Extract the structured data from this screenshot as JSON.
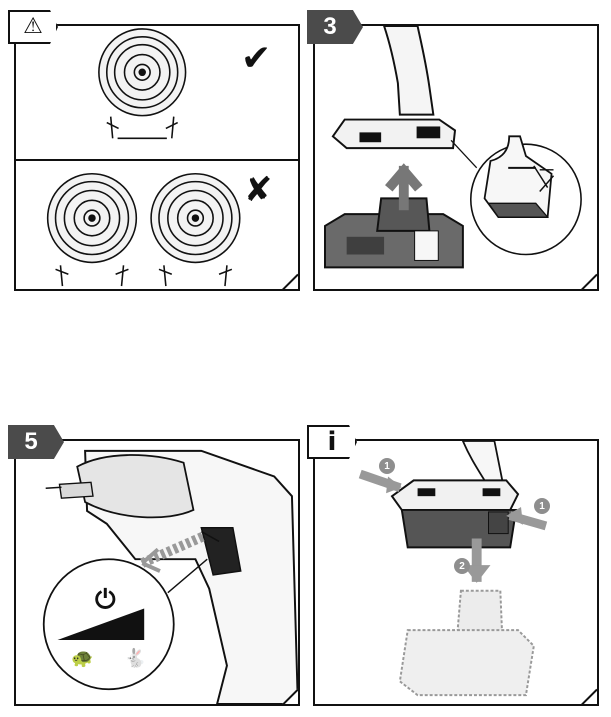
{
  "panels": {
    "warning": {
      "icon": "warning-triangle-icon",
      "tab_glyph": "!",
      "correct_mark": "✔",
      "incorrect_mark": "✘"
    },
    "step3": {
      "step_label": "3"
    },
    "step5": {
      "step_label": "5",
      "icons": [
        "power-icon",
        "turtle-icon",
        "rabbit-icon"
      ]
    },
    "info": {
      "tab_glyph": "i",
      "step_markers": [
        "1",
        "1",
        "2"
      ]
    }
  },
  "colors": {
    "tab_dark": "#4b4b4b",
    "line": "#111111",
    "gray_tool": "#d9d9d9",
    "dark_battery": "#5a5a5a",
    "step_circle": "#8e8e8e"
  }
}
